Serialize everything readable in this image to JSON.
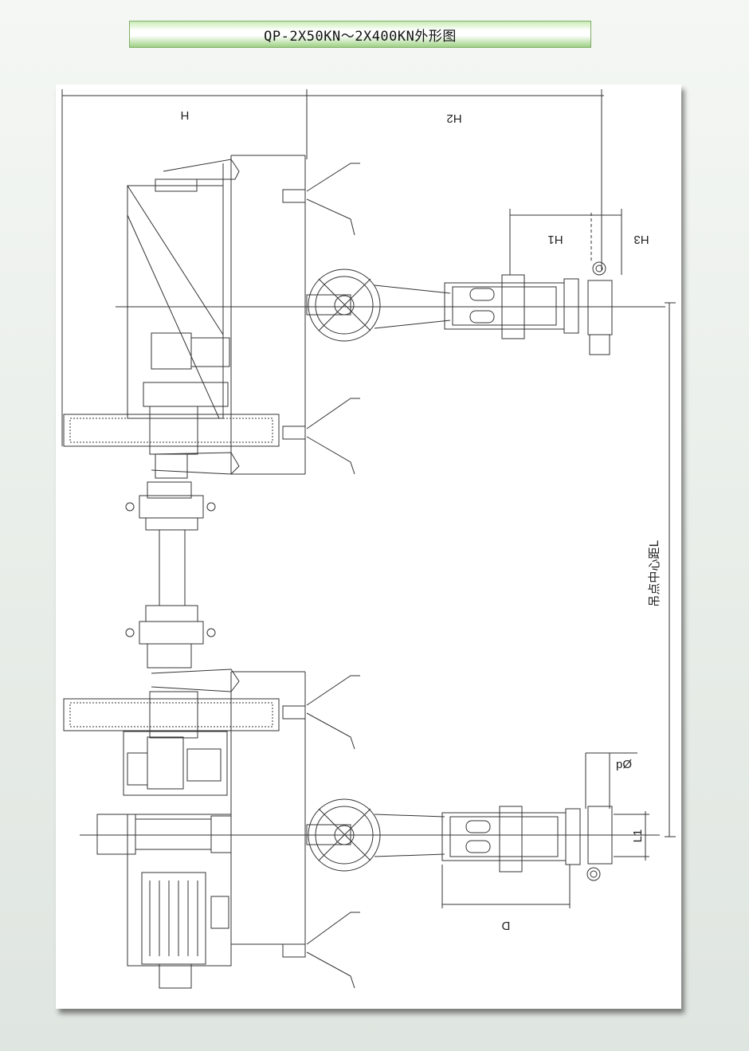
{
  "title": "QP-2X50KN～2X400KN外形图",
  "dimensions": {
    "H": "H",
    "H1": "H1",
    "H2": "H2",
    "H3": "H3",
    "L1": "L1",
    "D": "D",
    "pd": "pØ",
    "center_distance": "吊点中心距L"
  }
}
